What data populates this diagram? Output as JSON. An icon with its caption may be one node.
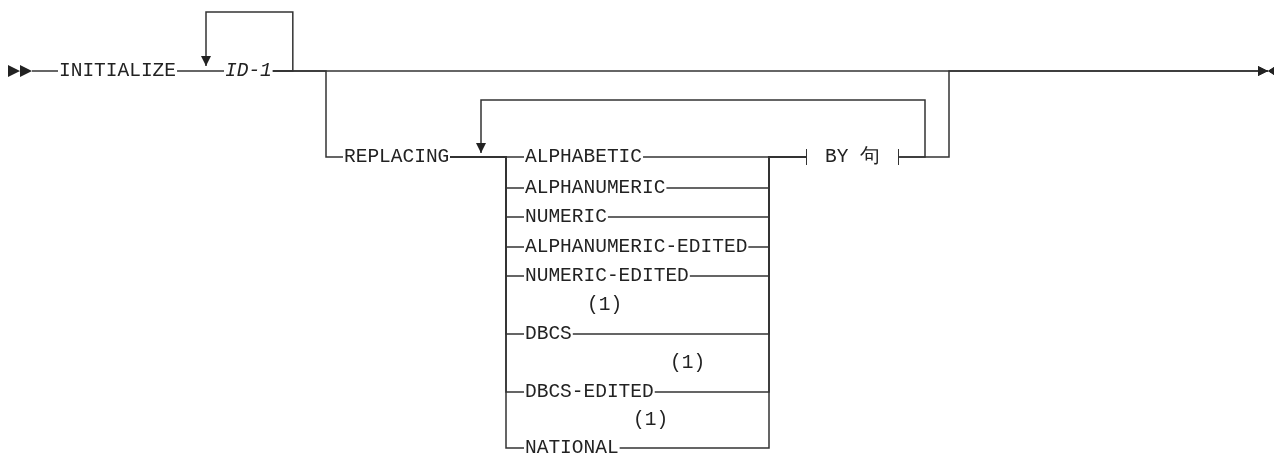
{
  "diagram": {
    "nodes": [
      {
        "text": [
          "INITIALIZE"
        ]
      },
      {
        "text": [
          "ID-1"
        ]
      },
      {
        "text": [
          "REPLACING"
        ]
      },
      {
        "text": [
          "ALPHABETIC"
        ]
      },
      {
        "text": [
          "ALPHANUMERIC"
        ]
      },
      {
        "text": [
          "NUMERIC"
        ]
      },
      {
        "text": [
          "ALPHANUMERIC-EDITED"
        ]
      },
      {
        "text": [
          "NUMERIC-EDITED"
        ]
      },
      {
        "text": [
          "DBCS"
        ],
        "beside": [
          "(1)"
        ]
      },
      {
        "text": [
          "DBCS-EDITED"
        ],
        "beside": [
          "(1)"
        ]
      },
      {
        "text": [
          "NATIONAL"
        ],
        "beside": [
          "(1)"
        ]
      },
      {
        "text": [
          "BY 句"
        ]
      }
    ],
    "edges": [
      {
        "from": null,
        "to": 0,
        "arrow": "none"
      },
      {
        "from": 0,
        "to": 1,
        "arrow": "none"
      },
      {
        "from": 1,
        "to": 1,
        "arrow": "to"
      },
      {
        "from": 1,
        "to": 2,
        "arrow": "none"
      },
      {
        "from": 2,
        "to": 3,
        "arrow": "none"
      },
      {
        "from": 2,
        "to": 4,
        "arrow": "none"
      },
      {
        "from": 2,
        "to": 5,
        "arrow": "none"
      },
      {
        "from": 2,
        "to": 6,
        "arrow": "none"
      },
      {
        "from": 2,
        "to": 7,
        "arrow": "none"
      },
      {
        "from": 2,
        "to": 8,
        "arrow": "none"
      },
      {
        "from": 2,
        "to": 9,
        "arrow": "none"
      },
      {
        "from": 2,
        "to": 10,
        "arrow": "none"
      },
      {
        "from": 3,
        "to": 11,
        "arrow": "none"
      },
      {
        "from": 4,
        "to": 11,
        "arrow": "none"
      },
      {
        "from": 5,
        "to": 11,
        "arrow": "none"
      },
      {
        "from": 6,
        "to": 11,
        "arrow": "none"
      },
      {
        "from": 7,
        "to": 11,
        "arrow": "none"
      },
      {
        "from": 8,
        "to": 11,
        "arrow": "none"
      },
      {
        "from": 9,
        "to": 11,
        "arrow": "none"
      },
      {
        "from": 10,
        "to": 11,
        "arrow": "none"
      },
      {
        "from": 11,
        "to": 3,
        "arrow": "to"
      },
      {
        "from": 1,
        "to": null,
        "arrow": "to"
      },
      {
        "from": 11,
        "to": null,
        "arrow": "to"
      }
    ]
  }
}
